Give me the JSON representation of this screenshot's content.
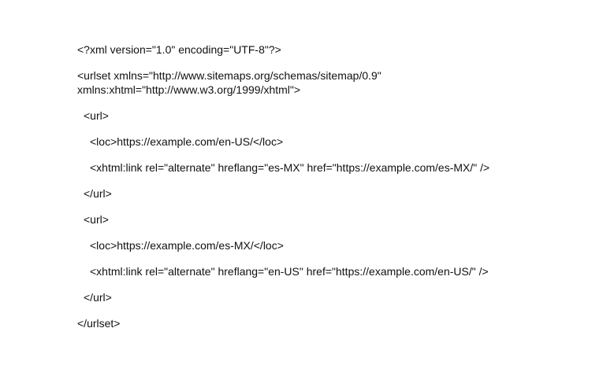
{
  "document": {
    "lines": [
      "<?xml version=\"1.0\" encoding=\"UTF-8\"?>",
      "<urlset xmlns=\"http://www.sitemaps.org/schemas/sitemap/0.9\"",
      "xmlns:xhtml=\"http://www.w3.org/1999/xhtml\">",
      "<url>",
      "<loc>https://example.com/en-US/</loc>",
      "<xhtml:link rel=\"alternate\" hreflang=\"es-MX\" href=\"https://example.com/es-MX/\" />",
      "</url>",
      "<url>",
      "<loc>https://example.com/es-MX/</loc>",
      "<xhtml:link rel=\"alternate\" hreflang=\"en-US\" href=\"https://example.com/en-US/\" />",
      "</url>",
      "</urlset>"
    ]
  }
}
